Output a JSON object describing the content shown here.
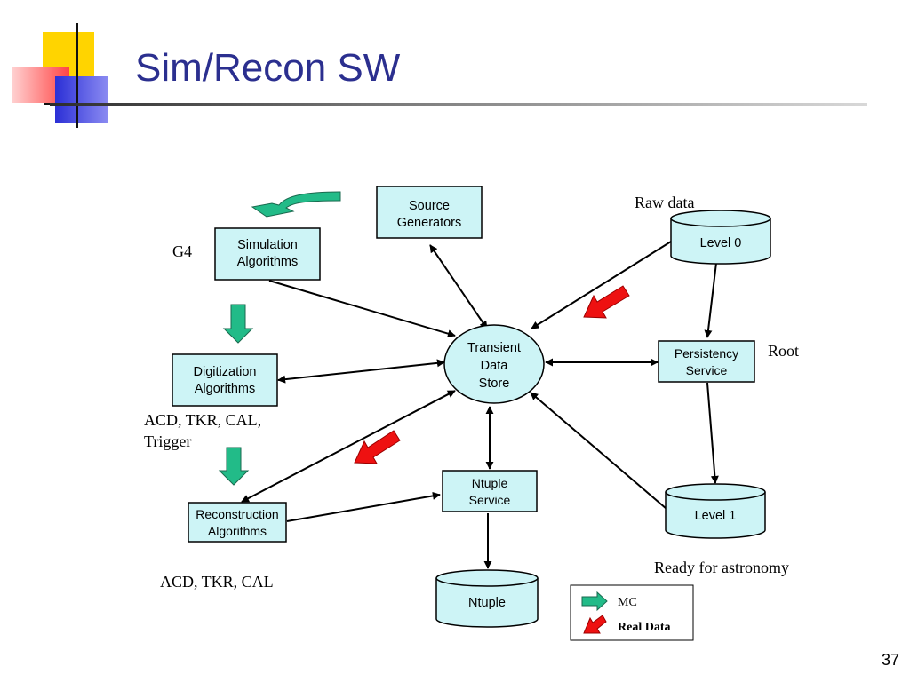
{
  "slide": {
    "title": "Sim/Recon SW",
    "page_number": "37"
  },
  "diagram": {
    "nodes": {
      "source_generators": [
        "Source",
        "Generators"
      ],
      "simulation_algorithms": [
        "Simulation",
        "Algorithms"
      ],
      "digitization_algorithms": [
        "Digitization",
        "Algorithms"
      ],
      "reconstruction_algorithms": [
        "Reconstruction",
        "Algorithms"
      ],
      "transient_data_store": [
        "Transient",
        "Data",
        "Store"
      ],
      "persistency_service": [
        "Persistency",
        "Service"
      ],
      "ntuple_service": [
        "Ntuple",
        "Service"
      ],
      "level0": "Level 0",
      "level1": "Level 1",
      "ntuple": "Ntuple"
    },
    "annotations": {
      "g4": "G4",
      "raw_data": "Raw data",
      "root": "Root",
      "digi_detectors": [
        "ACD, TKR, CAL,",
        "Trigger"
      ],
      "recon_detectors": "ACD, TKR, CAL",
      "ready": "Ready for astronomy"
    },
    "legend": {
      "mc": "MC",
      "real_data": "Real Data"
    },
    "colors": {
      "box_fill": "#cdf4f6",
      "mc_arrow": "#22bb88",
      "real_arrow": "#ee1111",
      "title": "#2b2f8f"
    }
  }
}
